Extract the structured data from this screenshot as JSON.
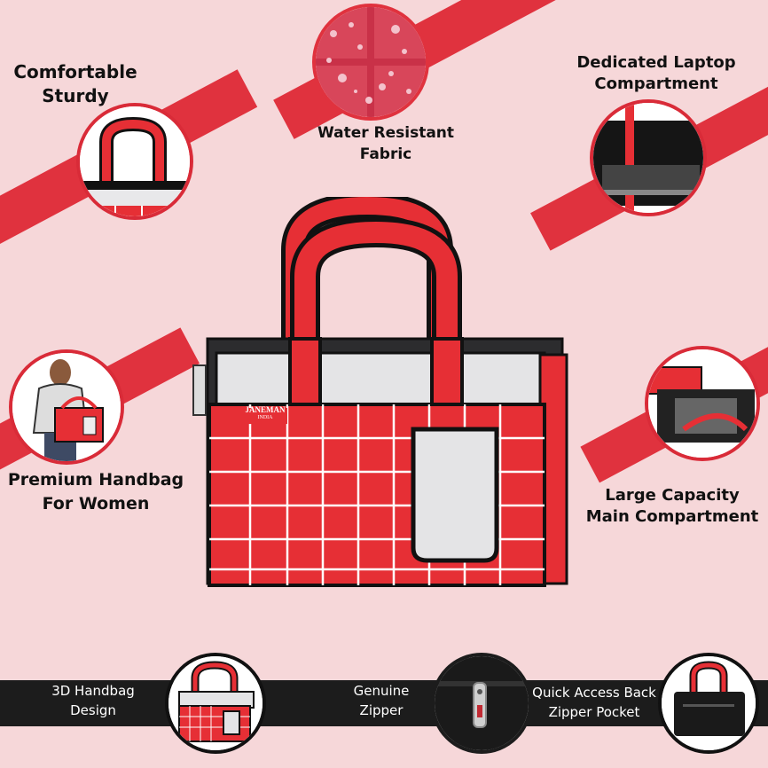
{
  "features": {
    "comfortable_line1": "Comfortable",
    "comfortable_line2": "Sturdy",
    "water_line1": "Water Resistant",
    "water_line2": "Fabric",
    "laptop_line1": "Dedicated Laptop",
    "laptop_line2": "Compartment",
    "premium_line1": "Premium Handbag",
    "premium_line2": "For Women",
    "capacity_line1": "Large Capacity",
    "capacity_line2": "Main Compartment"
  },
  "bottom": {
    "design_line1": "3D Handbag",
    "design_line2": "Design",
    "zipper_line1": "Genuine",
    "zipper_line2": "Zipper",
    "pocket_line1": "Quick Access Back",
    "pocket_line2": "Zipper Pocket"
  },
  "brand": {
    "main": "JANEMAN",
    "sub": "INDIA"
  },
  "colors": {
    "background": "#f6d7d9",
    "accent": "#e0323e",
    "bag_red": "#e62f35",
    "dark": "#1c1c1c"
  }
}
